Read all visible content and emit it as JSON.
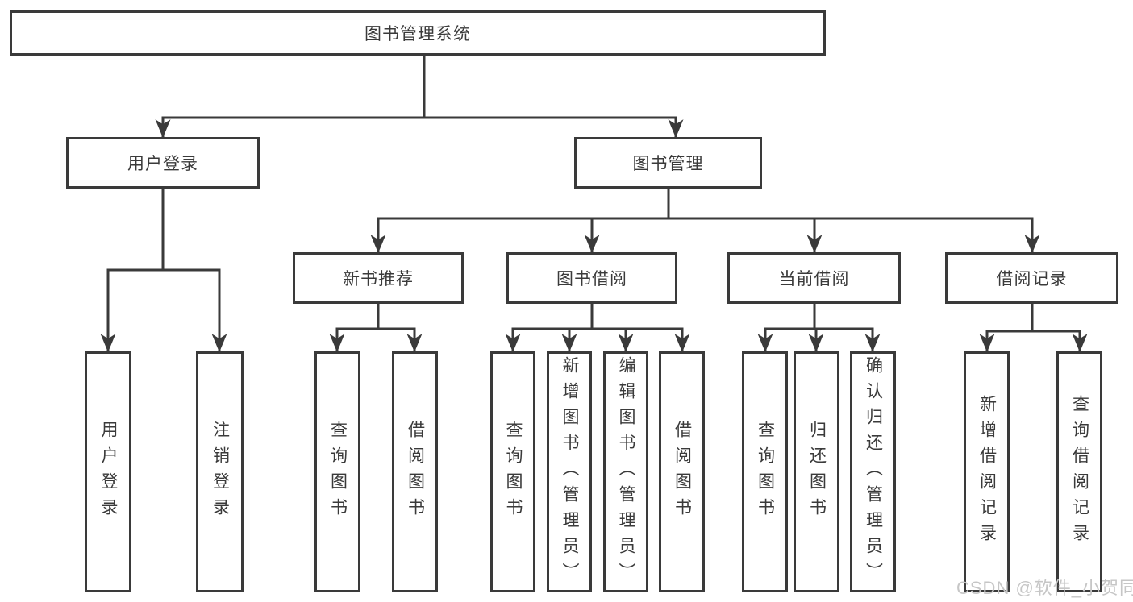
{
  "diagram": {
    "root": {
      "label": "图书管理系统"
    },
    "user_login_branch": {
      "label": "用户登录",
      "children": [
        {
          "label": "用户登录"
        },
        {
          "label": "注销登录"
        }
      ]
    },
    "book_mgmt_branch": {
      "label": "图书管理",
      "sections": [
        {
          "label": "新书推荐",
          "children": [
            {
              "label": "查询图书"
            },
            {
              "label": "借阅图书"
            }
          ]
        },
        {
          "label": "图书借阅",
          "children": [
            {
              "label": "查询图书"
            },
            {
              "label": "新增图书（管理员）"
            },
            {
              "label": "编辑图书（管理员）"
            },
            {
              "label": "借阅图书"
            }
          ]
        },
        {
          "label": "当前借阅",
          "children": [
            {
              "label": "查询图书"
            },
            {
              "label": "归还图书"
            },
            {
              "label": "确认归还（管理员）"
            }
          ]
        },
        {
          "label": "借阅记录",
          "children": [
            {
              "label": "新增借阅记录"
            },
            {
              "label": "查询借阅记录"
            }
          ]
        }
      ]
    }
  },
  "watermark": {
    "text": "CSDN @软件_小贺同学"
  },
  "colors": {
    "line": "#3a3a3a",
    "text": "#3a3a3a",
    "box_fill": "#ffffff",
    "watermark": "#c6c6c6",
    "background": "#ffffff"
  }
}
